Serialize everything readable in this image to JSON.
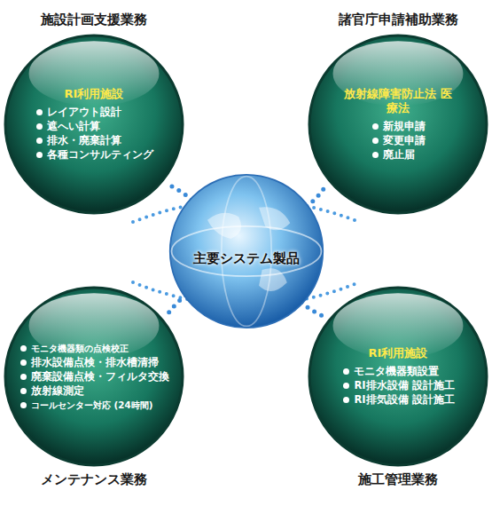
{
  "diagram": {
    "nodes": [
      {
        "text": [
          "施設計画支援業務",
          "RI利用施設",
          "レイアウト設計",
          "遮へい計算",
          "排水・廃棄計算",
          "各種コンサルティング"
        ]
      },
      {
        "text": [
          "諸官庁申請補助業務",
          "放射線障害防止法 医療法",
          "新規申請",
          "変更申請",
          "廃止届"
        ]
      },
      {
        "text": [
          "主要システム製品"
        ]
      },
      {
        "text": [
          "メンテナンス業務",
          "モニタ機器類の点検校正",
          "排水設備点検・排水槽清掃",
          "廃棄設備点検・フィルタ交換",
          "放射線測定",
          "コールセンター対応 (24時間)"
        ]
      },
      {
        "text": [
          "施工管理業務",
          "RI利用施設",
          "モニタ機器類設置",
          "RI排水設備 設計施工",
          "RI排気設備 設計施工"
        ]
      }
    ],
    "edges": [
      {
        "from": 2,
        "to": 0,
        "arrow": "none"
      },
      {
        "from": 2,
        "to": 1,
        "arrow": "none"
      },
      {
        "from": 2,
        "to": 3,
        "arrow": "none"
      },
      {
        "from": 2,
        "to": 4,
        "arrow": "none"
      }
    ]
  }
}
